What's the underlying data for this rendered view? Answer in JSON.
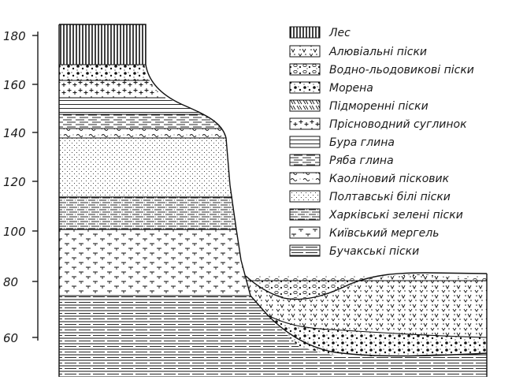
{
  "axis": {
    "ticks": [
      "180",
      "160",
      "140",
      "120",
      "100",
      "80",
      "60"
    ]
  },
  "legend": [
    {
      "key": "loess",
      "label": "Лес"
    },
    {
      "key": "alluvial",
      "label": "Алювіальні піски"
    },
    {
      "key": "fluvioglacial",
      "label": "Водно-льодовикові піски"
    },
    {
      "key": "moraine",
      "label": "Морена"
    },
    {
      "key": "submoraine",
      "label": "Підморенні піски"
    },
    {
      "key": "freshloam",
      "label": "Прісноводний суглинок"
    },
    {
      "key": "brownclay",
      "label": "Бура глина"
    },
    {
      "key": "variegated",
      "label": "Ряба глина"
    },
    {
      "key": "kaolin",
      "label": "Каоліновий пісковик"
    },
    {
      "key": "poltava",
      "label": "Полтавські білі піски"
    },
    {
      "key": "kharkiv",
      "label": "Харківські зелені піски"
    },
    {
      "key": "kyiv",
      "label": "Київський мергель"
    },
    {
      "key": "buchak",
      "label": "Бучакські піски"
    }
  ]
}
